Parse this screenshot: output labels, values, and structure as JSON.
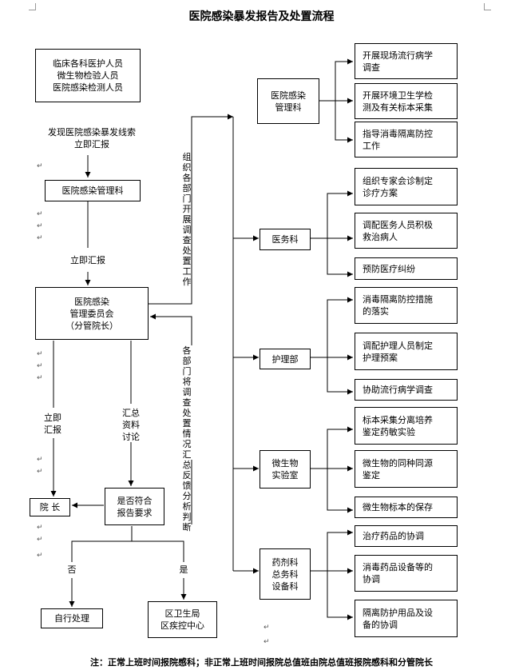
{
  "title": "医院感染暴发报告及处置流程",
  "boxes": {
    "staff": "临床各科医护人员\n微生物检验人员\n医院感染检测人员",
    "infection_mgmt_dept": "医院感染管理科",
    "committee": "医院感染\n管理委员会\n（分管院长）",
    "president": "院  长",
    "meets_req": "是否符合\n报告要求",
    "self_handle": "自行处理",
    "health_bureau": "区卫生局\n区疾控中心",
    "infection_mgmt_right": "医院感染\n管理科",
    "medical_affairs": "医务科",
    "nursing": "护理部",
    "microbio_lab": "微生物\n实验室",
    "pharmacy": "药剂科\n总务科\n设备科",
    "t1": "开展现场流行病学\n调查",
    "t2": "开展环境卫生学检\n测及有关标本采集",
    "t3": "指导消毒隔离防控\n工作",
    "t4": "组织专家会诊制定\n诊疗方案",
    "t5": "调配医务人员积极\n救治病人",
    "t6": "预防医疗纠纷",
    "t7": "消毒隔离防控措施\n的落实",
    "t8": "调配护理人员制定\n护理预案",
    "t9": "协助流行病学调查",
    "t10": "标本采集分离培养\n鉴定药敏实验",
    "t11": "微生物的同种同源\n鉴定",
    "t12": "微生物标本的保存",
    "t13": "治疗药品的协调",
    "t14": "消毒药品设备等的\n协调",
    "t15": "隔离防护用品及设\n备的协调"
  },
  "labels": {
    "discover": "发现医院感染暴发线索\n立即汇报",
    "report_now": "立即汇报",
    "report_now_left": "立即\n汇报",
    "summary": "汇总\n资料\n讨论",
    "no": "否",
    "yes": "是",
    "organize": "组\n织\n各\n部\n门\n开\n展\n调\n查\n处\n置\n工\n作",
    "feedback": "各\n部\n门\n将\n调\n查\n处\n置\n情\n况\n汇\n总\n反\n馈\n分\n析\n判\n断"
  },
  "note": "注：正常上班时间报院感科；非正常上班时间报院总值班由院总值班报院感科和分管院长"
}
